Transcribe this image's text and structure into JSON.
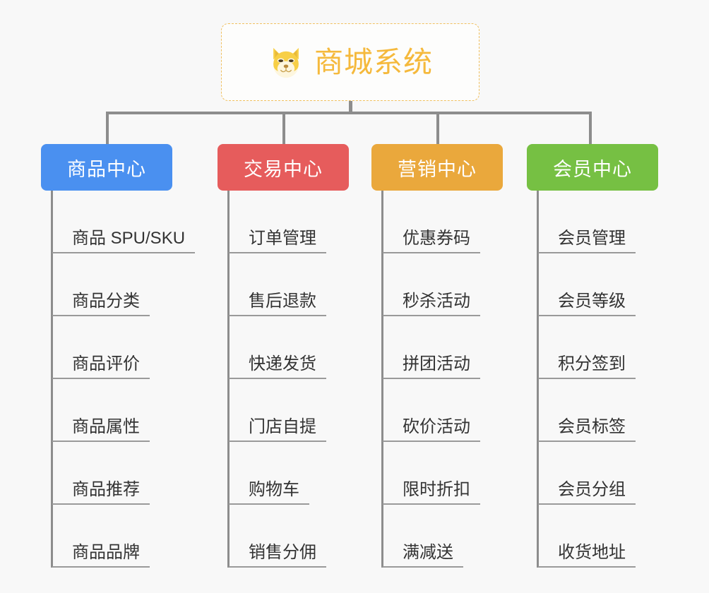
{
  "page": {
    "background_color": "#f8f8f8",
    "type": "org-chart"
  },
  "root": {
    "title": "商城系统",
    "icon": "shiba-dog-face-emoji",
    "border_color": "#f0c060",
    "text_color": "#f5b93c"
  },
  "columns": [
    {
      "id": "product-center",
      "header": "商品中心",
      "color": "#4a90f0",
      "items": [
        "商品 SPU/SKU",
        "商品分类",
        "商品评价",
        "商品属性",
        "商品推荐",
        "商品品牌"
      ]
    },
    {
      "id": "trade-center",
      "header": "交易中心",
      "color": "#e65c5c",
      "items": [
        "订单管理",
        "售后退款",
        "快递发货",
        "门店自提",
        "购物车",
        "销售分佣"
      ]
    },
    {
      "id": "marketing-center",
      "header": "营销中心",
      "color": "#eaa83c",
      "items": [
        "优惠券码",
        "秒杀活动",
        "拼团活动",
        "砍价活动",
        "限时折扣",
        "满减送"
      ]
    },
    {
      "id": "member-center",
      "header": "会员中心",
      "color": "#76c043",
      "items": [
        "会员管理",
        "会员等级",
        "积分签到",
        "会员标签",
        "会员分组",
        "收货地址"
      ]
    }
  ],
  "connector": {
    "color": "#8d8d8d"
  }
}
